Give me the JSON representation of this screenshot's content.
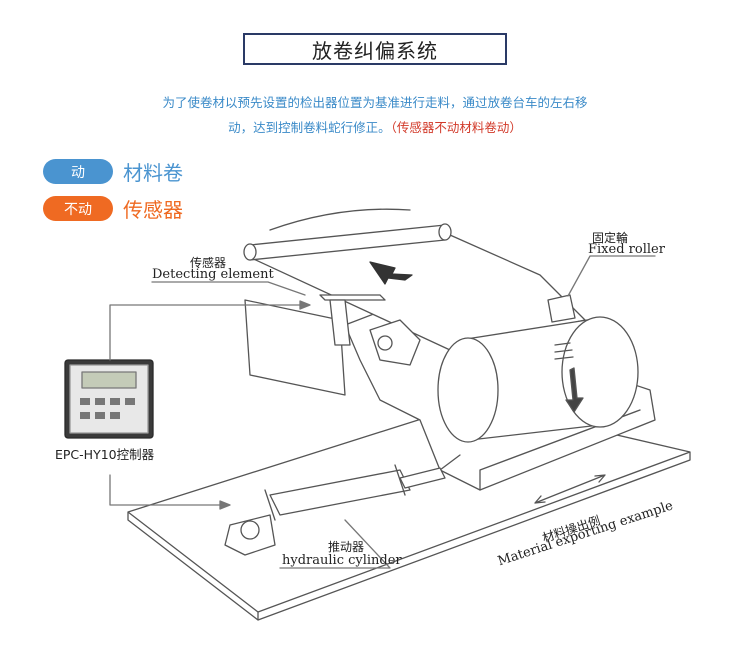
{
  "header": {
    "title": "放卷纠偏系统",
    "intro_line1": "为了使卷材以预先设置的检出器位置为基准进行走料，通过放卷台车的左右移",
    "intro_line2": "动，达到控制卷料蛇行修正。",
    "intro_note": "（传感器不动材料卷动）"
  },
  "legend": [
    {
      "badge": "动",
      "text": "材料卷",
      "color": "#4a94d0"
    },
    {
      "badge": "不动",
      "text": "传感器",
      "color": "#ef6a22"
    }
  ],
  "labels": {
    "sensor_cn": "传感器",
    "sensor_en": "Detecting element",
    "fixed_roller_cn": "固定輪",
    "fixed_roller_en": "Fixed roller",
    "controller": "EPC-HY10控制器",
    "cylinder_cn": "推动器",
    "cylinder_en": "hydraulic cylinder",
    "material_cn": "材料操出例",
    "material_en": "Material exporting example"
  },
  "colors": {
    "accent_blue": "#4a94d0",
    "accent_orange": "#ef6a22",
    "title_border": "#2a3a66",
    "note_red": "#d23a2a"
  }
}
